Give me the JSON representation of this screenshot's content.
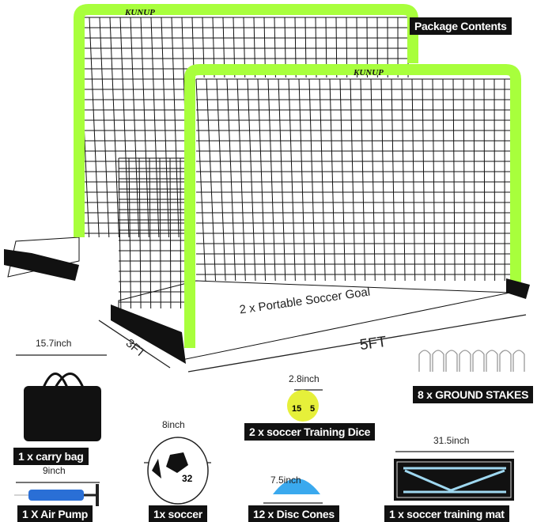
{
  "brand": "KUNUP",
  "header": "Package Contents",
  "goal": {
    "label": "2 x Portable Soccer Goal",
    "width": "5FT",
    "depth": "3FT"
  },
  "items": [
    {
      "label": "1 x carry bag",
      "size": "15.7inch"
    },
    {
      "label": "1 X Air Pump",
      "size": "9inch"
    },
    {
      "label": "1x soccer",
      "size": "8inch"
    },
    {
      "label": "2 x soccer Training Dice",
      "size": "2.8inch"
    },
    {
      "label": "12 x Disc Cones",
      "size": "7.5inch"
    },
    {
      "label": "8 x GROUND STAKES"
    },
    {
      "label": "1 x soccer training mat",
      "size": "31.5inch"
    }
  ],
  "dice_numbers": [
    "15",
    "5"
  ],
  "ball_number": "32",
  "colors": {
    "frame": "#a8ff3c",
    "net": "#111111",
    "cone": "#3aa9ee",
    "pump": "#2a6fd6",
    "dice": "#e6f03a",
    "mat_lines": "#9fd8f0"
  }
}
